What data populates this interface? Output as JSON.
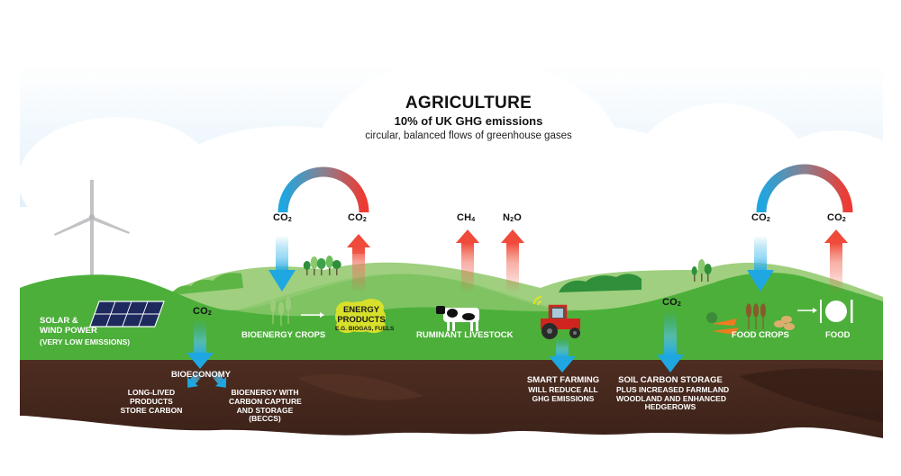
{
  "header": {
    "title": "AGRICULTURE",
    "subtitle": "10% of UK GHG emissions",
    "description": "circular, balanced flows of greenhouse gases"
  },
  "gas_labels": {
    "bioenergy_cycle": {
      "absorbed": "CO",
      "absorbed_sub": "2",
      "released": "CO",
      "released_sub": "2"
    },
    "livestock": {
      "methane": "CH",
      "methane_sub": "4",
      "nitrous_oxide": "N",
      "nitrous_oxide_mid": "2",
      "nitrous_oxide_end": "O"
    },
    "food_cycle": {
      "absorbed": "CO",
      "absorbed_sub": "2",
      "released": "CO",
      "released_sub": "2"
    },
    "bioeconomy_co2": {
      "text": "CO",
      "sub": "2"
    },
    "soil_co2": {
      "text": "CO",
      "sub": "2"
    }
  },
  "surface_labels": {
    "solar_wind": {
      "line1": "SOLAR &",
      "line2": "WIND POWER",
      "line3": "(VERY LOW EMISSIONS)"
    },
    "bioenergy_crops": "BIOENERGY CROPS",
    "energy_products": {
      "line1": "ENERGY",
      "line2": "PRODUCTS",
      "line3": "E.G. BIOGAS, FUELS"
    },
    "ruminant_livestock": "RUMINANT LIVESTOCK",
    "food_crops": "FOOD CROPS",
    "food": "FOOD"
  },
  "soil_labels": {
    "bioeconomy": "BIOECONOMY",
    "long_lived": {
      "line1": "LONG-LIVED",
      "line2": "PRODUCTS",
      "line3": "STORE CARBON"
    },
    "beccs": {
      "line1": "BIOENERGY WITH",
      "line2": "CARBON CAPTURE",
      "line3": "AND STORAGE",
      "line4": "(BECCS)"
    },
    "smart_farming": {
      "line1": "SMART FARMING",
      "line2": "WILL REDUCE ALL",
      "line3": "GHG EMISSIONS"
    },
    "soil_carbon": {
      "line1": "SOIL CARBON STORAGE",
      "line2": "PLUS INCREASED FARMLAND",
      "line3": "WOODLAND AND ENHANCED",
      "line4": "HEDGEROWS"
    }
  },
  "colors": {
    "sky_top": "#ffffff",
    "sky_bottom": "#d3ebfa",
    "grass": "#4fae3c",
    "grass_light": "#9ccc7a",
    "soil": "#4a2a1f",
    "soil_dark": "#3a2018",
    "co2_absorb_blue": "#1ea7e1",
    "emission_red": "#ef4a3a",
    "energy_yellow": "#d7e02a"
  }
}
